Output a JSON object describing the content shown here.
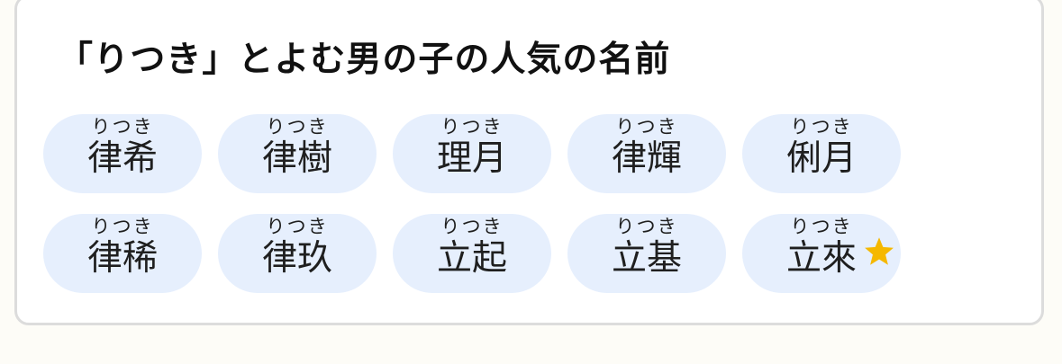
{
  "card": {
    "title": "「りつき」とよむ男の子の人気の名前"
  },
  "names": [
    {
      "reading": "りつき",
      "kanji": "律希"
    },
    {
      "reading": "りつき",
      "kanji": "律樹"
    },
    {
      "reading": "りつき",
      "kanji": "理月"
    },
    {
      "reading": "りつき",
      "kanji": "律輝"
    },
    {
      "reading": "りつき",
      "kanji": "俐月"
    },
    {
      "reading": "りつき",
      "kanji": "律稀"
    },
    {
      "reading": "りつき",
      "kanji": "律玖"
    },
    {
      "reading": "りつき",
      "kanji": "立起"
    },
    {
      "reading": "りつき",
      "kanji": "立基"
    },
    {
      "reading": "りつき",
      "kanji": "立來",
      "starred": true
    }
  ],
  "colors": {
    "pill_background": "#e6effd",
    "star": "#f5b800",
    "card_border": "#dcdcdc"
  },
  "icons": {
    "starred_marker": "star-icon"
  }
}
